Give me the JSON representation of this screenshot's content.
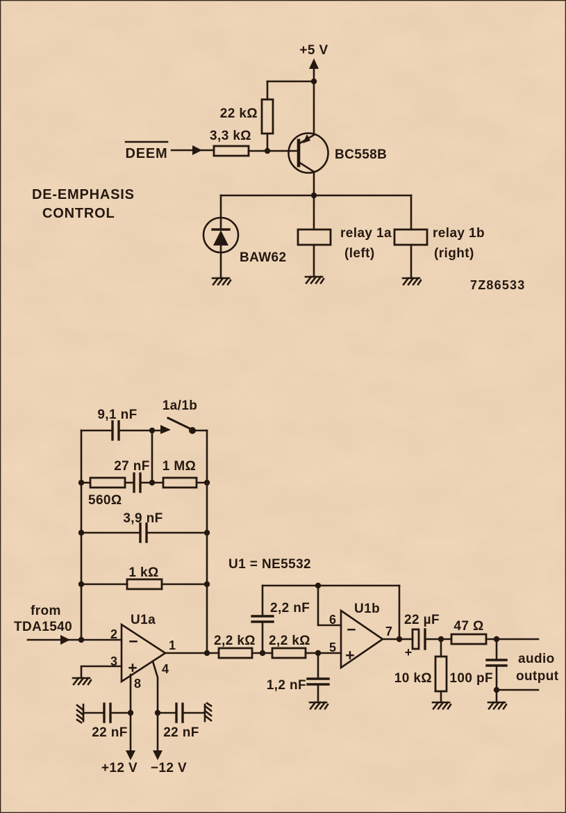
{
  "colors": {
    "paper": "#f3d9bc",
    "ink": "#241810"
  },
  "top": {
    "title1": "DE-EMPHASIS",
    "title2": "CONTROL",
    "supply": "+5 V",
    "r_pullup": "22 kΩ",
    "r_base": "3,3 kΩ",
    "input": "DEEM",
    "transistor": "BC558B",
    "diode": "BAW62",
    "relay_a": "relay 1a",
    "relay_a_side": "(left)",
    "relay_b": "relay 1b",
    "relay_b_side": "(right)",
    "code": "7Z86533"
  },
  "bottom": {
    "c1": "9,1 nF",
    "sw": "1a/1b",
    "c2": "27 nF",
    "r2": "1 MΩ",
    "r1": "560Ω",
    "c3": "3,9 nF",
    "r3": "1 kΩ",
    "ic": "U1 = NE5532",
    "src1": "from",
    "src2": "TDA1540",
    "a_name": "U1a",
    "b_name": "U1b",
    "pin1": "1",
    "pin2": "2",
    "pin3": "3",
    "pin4": "4",
    "pin5": "5",
    "pin6": "6",
    "pin7": "7",
    "pin8": "8",
    "minus": "−",
    "plus": "+",
    "rs1": "2,2 kΩ",
    "rs2": "2,2 kΩ",
    "cf": "2,2 nF",
    "cg": "1,2 nF",
    "c_out": "22 µF",
    "c_out_pol": "+",
    "r_gnd": "10 kΩ",
    "r_ser": "47 Ω",
    "c_sh": "100 pF",
    "out1": "audio",
    "out2": "output",
    "dec1": "22 nF",
    "dec2": "22 nF",
    "vplus": "+12 V",
    "vminus": "−12 V"
  }
}
